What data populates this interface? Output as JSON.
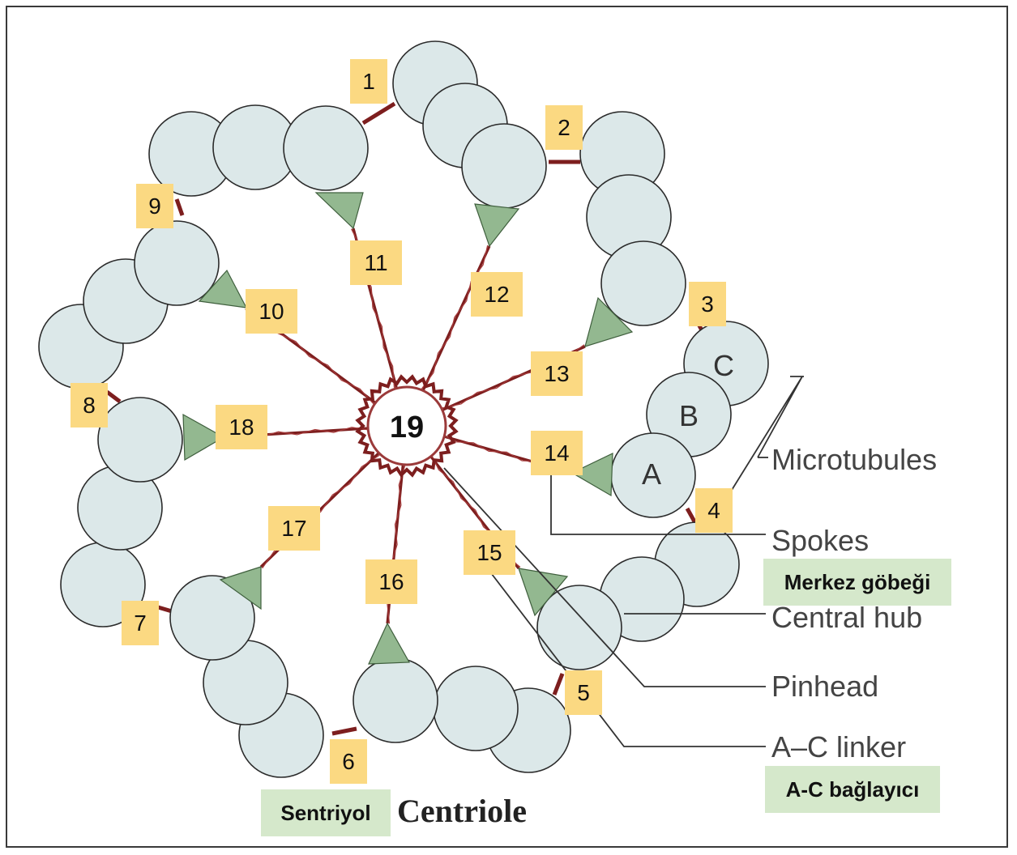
{
  "diagram": {
    "title": "Centriole",
    "title_translation": "Sentriyol",
    "tubule_letters": [
      "C",
      "B",
      "A"
    ],
    "labels": [
      {
        "key": "microtubules",
        "text": "Microtubules"
      },
      {
        "key": "spokes",
        "text": "Spokes"
      },
      {
        "key": "central_hub",
        "text": "Central hub"
      },
      {
        "key": "pinhead",
        "text": "Pinhead"
      },
      {
        "key": "ac_linker",
        "text": "A–C linker"
      }
    ],
    "translations": {
      "central_hub": "Merkez göbeği",
      "ac_linker": "A-C bağlayıcı"
    },
    "hub_number": "19",
    "number_markers": [
      "1",
      "2",
      "3",
      "4",
      "5",
      "6",
      "7",
      "8",
      "9",
      "10",
      "11",
      "12",
      "13",
      "14",
      "15",
      "16",
      "17",
      "18"
    ],
    "colors": {
      "microtubule_fill": "#dce8e9",
      "pinhead_fill": "#93b890",
      "spoke_color": "#7d1e1e",
      "number_box": "#fbd982",
      "translation_box": "#d5e8cb"
    }
  }
}
